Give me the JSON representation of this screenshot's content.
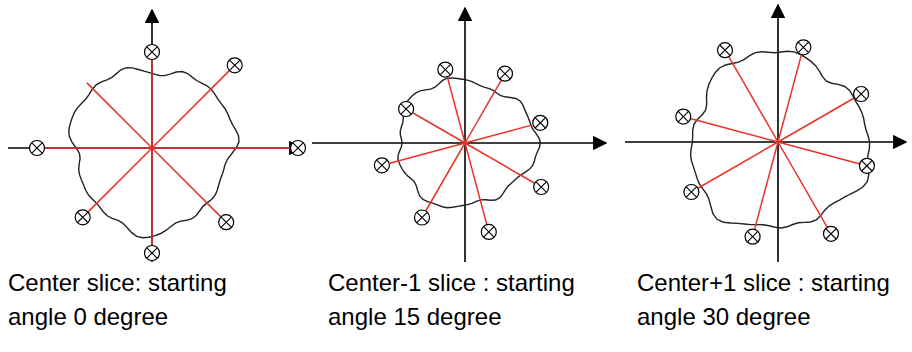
{
  "diagram": {
    "labels": [
      "Center slice: starting angle 0 degree",
      "Center-1 slice : starting angle 15 degree",
      "Center+1 slice : starting angle 30 degree"
    ]
  }
}
